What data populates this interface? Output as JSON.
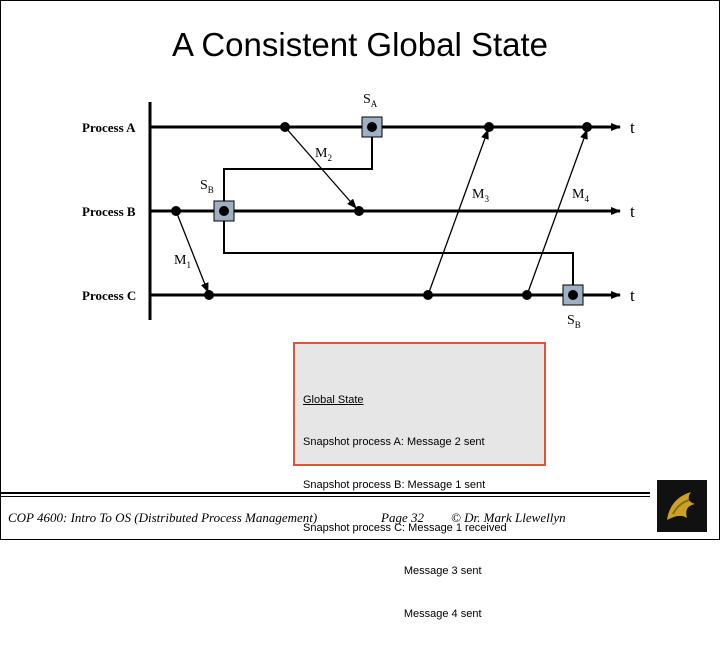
{
  "slide": {
    "title": "A Consistent Global State"
  },
  "diagram": {
    "processes": [
      "Process A",
      "Process B",
      "Process C"
    ],
    "time_label": "t",
    "snapshots": [
      {
        "main": "S",
        "sub": "A"
      },
      {
        "main": "S",
        "sub": "B"
      },
      {
        "main": "S",
        "sub": "B"
      }
    ],
    "messages": [
      {
        "main": "M",
        "sub": "1"
      },
      {
        "main": "M",
        "sub": "2"
      },
      {
        "main": "M",
        "sub": "3"
      },
      {
        "main": "M",
        "sub": "4"
      }
    ]
  },
  "info_box": {
    "lines": [
      "Global State",
      "Snapshot process A: Message 2 sent",
      "Snapshot process B: Message 1 sent",
      "Snapshot process C: Message 1 received",
      "                                 Message 3 sent",
      "                                 Message 4 sent"
    ]
  },
  "footer": {
    "course": "COP 4600: Intro To OS  (Distributed Process Management)",
    "page": "Page 32",
    "author": "© Dr. Mark Llewellyn"
  },
  "logo": {
    "icon": "ucf-pegasus-logo-icon"
  }
}
